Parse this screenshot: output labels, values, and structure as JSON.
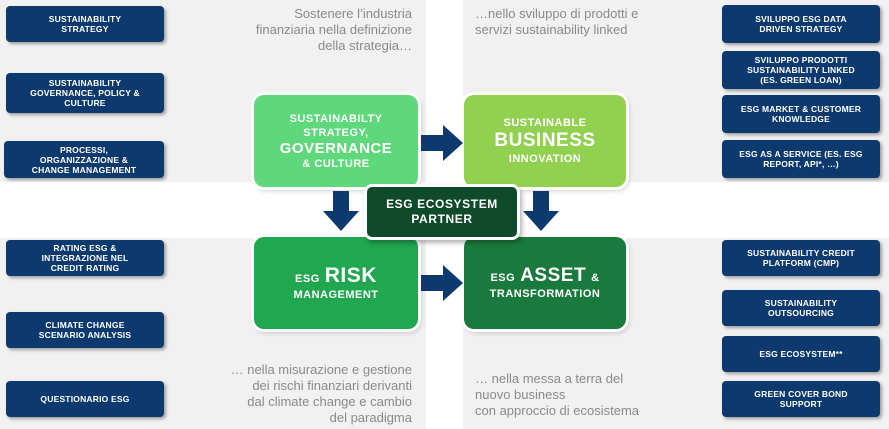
{
  "left_tags": [
    "SUSTAINABILITY\nSTRATEGY",
    "SUSTAINABILITY\nGOVERNANCE, POLICY &\nCULTURE",
    "PROCESSI,\nORGANIZZAZIONE &\nCHANGE MANAGEMENT",
    "RATING ESG &\nINTEGRAZIONE NEL\nCREDIT RATING",
    "CLIMATE CHANGE\nSCENARIO ANALYSIS",
    "QUESTIONARIO ESG"
  ],
  "right_tags": [
    "SVILUPPO ESG DATA\nDRIVEN STRATEGY",
    "SVILUPPO PRODOTTI\nSUSTAINABILITY LINKED\n(ES. GREEN LOAN)",
    "ESG MARKET & CUSTOMER\nKNOWLEDGE",
    "ESG AS A SERVICE (es. ESG\nREPORT, API*, …)",
    "SUSTAINABILITY CREDIT\nPLATFORM (CMP)",
    "SUSTAINABILITY\nOUTSOURCING",
    "ESG ECOSYSTEM**",
    "GREEN COVER BOND\nSUPPORT"
  ],
  "notes": {
    "top_left": "Sostenere l’industria\nfinanziaria nella definizione\ndella strategia…",
    "top_right": "…nello sviluppo di prodotti e\nservizi sustainability linked",
    "bottom_left": "… nella misurazione  e gestione\ndei rischi finanziari derivanti\ndal climate change e cambio\ndel paradigma",
    "bottom_right": "… nella messa a terra del\nnuovo business\ncon approccio di ecosistema"
  },
  "quadrants": {
    "strategy": {
      "line1": "SUSTAINABILTY",
      "line2": "STRATEGY,",
      "line3": "GOVERNANCE",
      "line4": "& CULTURE",
      "color": "#5fd87c"
    },
    "business": {
      "line1": "SUSTAINABLE",
      "line2": "BUSINESS",
      "line3": "INNOVATION",
      "color": "#92d050"
    },
    "risk": {
      "prefix": "ESG",
      "main": "RISK",
      "sub": "MANAGEMENT",
      "color": "#21a750"
    },
    "asset": {
      "prefix": "ESG",
      "main": "ASSET",
      "suffix": "&",
      "sub": "TRANSFORMATION",
      "color": "#1a7a3e"
    }
  },
  "center": {
    "line1": "ESG ECOSYSTEM",
    "line2": "PARTNER",
    "color": "#0f4a2a"
  },
  "colors": {
    "tag": "#0d3a6e",
    "arrow": "#0d3a6e",
    "panel": "#f1f1f1",
    "note": "#8a8a8a"
  }
}
